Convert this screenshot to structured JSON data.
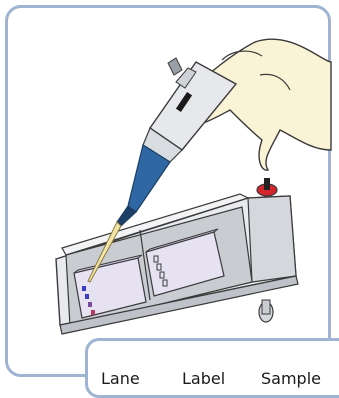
{
  "table": {
    "headers": [
      "Lane",
      "Label",
      "Sample"
    ]
  },
  "colors": {
    "frame_border": "#9fb3d3",
    "gel_lane": "#e6e2f1",
    "pipette_blue": "#2e67a3",
    "tray_gray": "#dfe2e6",
    "electrode_red": "#d3262c"
  },
  "icons": {
    "illustration": "pipette-loading-gel-icon"
  }
}
